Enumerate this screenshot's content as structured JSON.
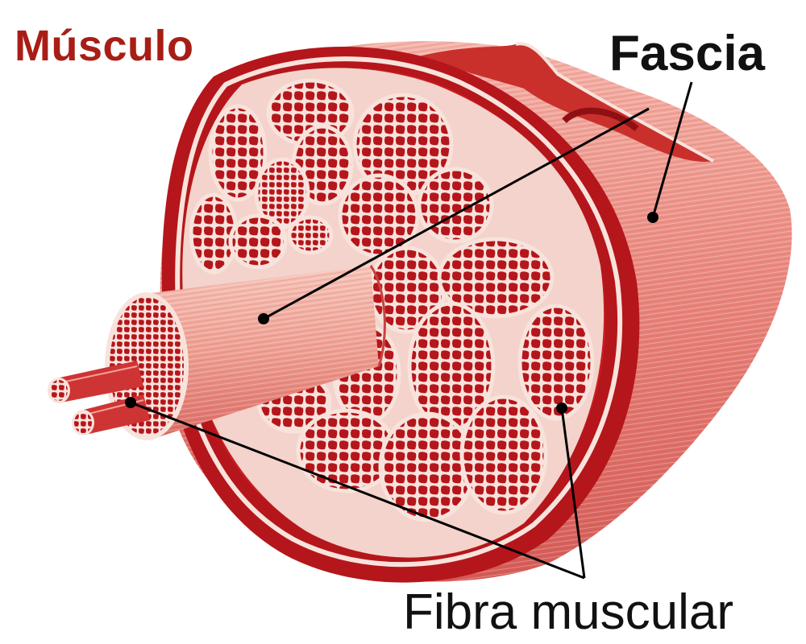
{
  "title": "Músculo",
  "labels": {
    "fascia": "Fascia",
    "muscle_fiber": "Fibra muscular"
  },
  "colors": {
    "title": "#a81e16",
    "label_text": "#111111",
    "leader_line": "#000000",
    "muscle_dark": "#b5161b",
    "muscle_mid": "#d8494a",
    "muscle_light": "#ef9f92",
    "connective_tissue": "#f8e3dc"
  },
  "icons": {
    "leader_dot": "filled-circle"
  }
}
